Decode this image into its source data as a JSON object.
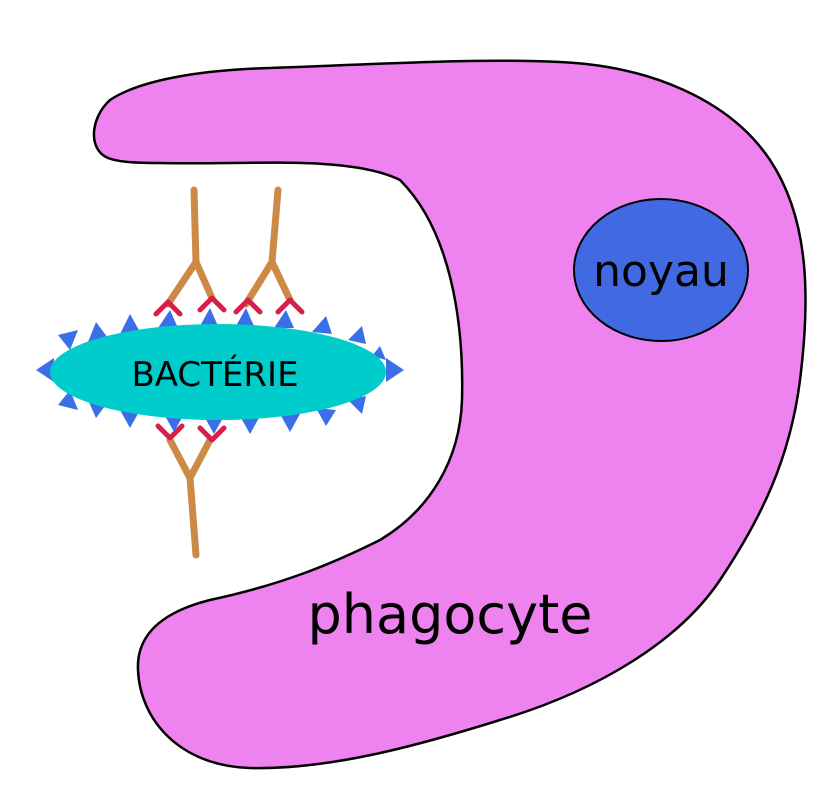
{
  "labels": {
    "bacteria": "BACTÉRIE",
    "nucleus": "noyau",
    "cell": "phagocyte"
  },
  "colors": {
    "cell_fill": "#ee82ee",
    "nucleus_fill": "#4169e1",
    "bacteria_fill": "#00cccc",
    "spike_fill": "#3a6fe8",
    "antibody": "#cd8a46",
    "antigen_site": "#d81e4a",
    "outline": "#000000"
  },
  "icons": {
    "antibody": "antibody-y-icon",
    "antigen": "antigen-spike-icon"
  }
}
